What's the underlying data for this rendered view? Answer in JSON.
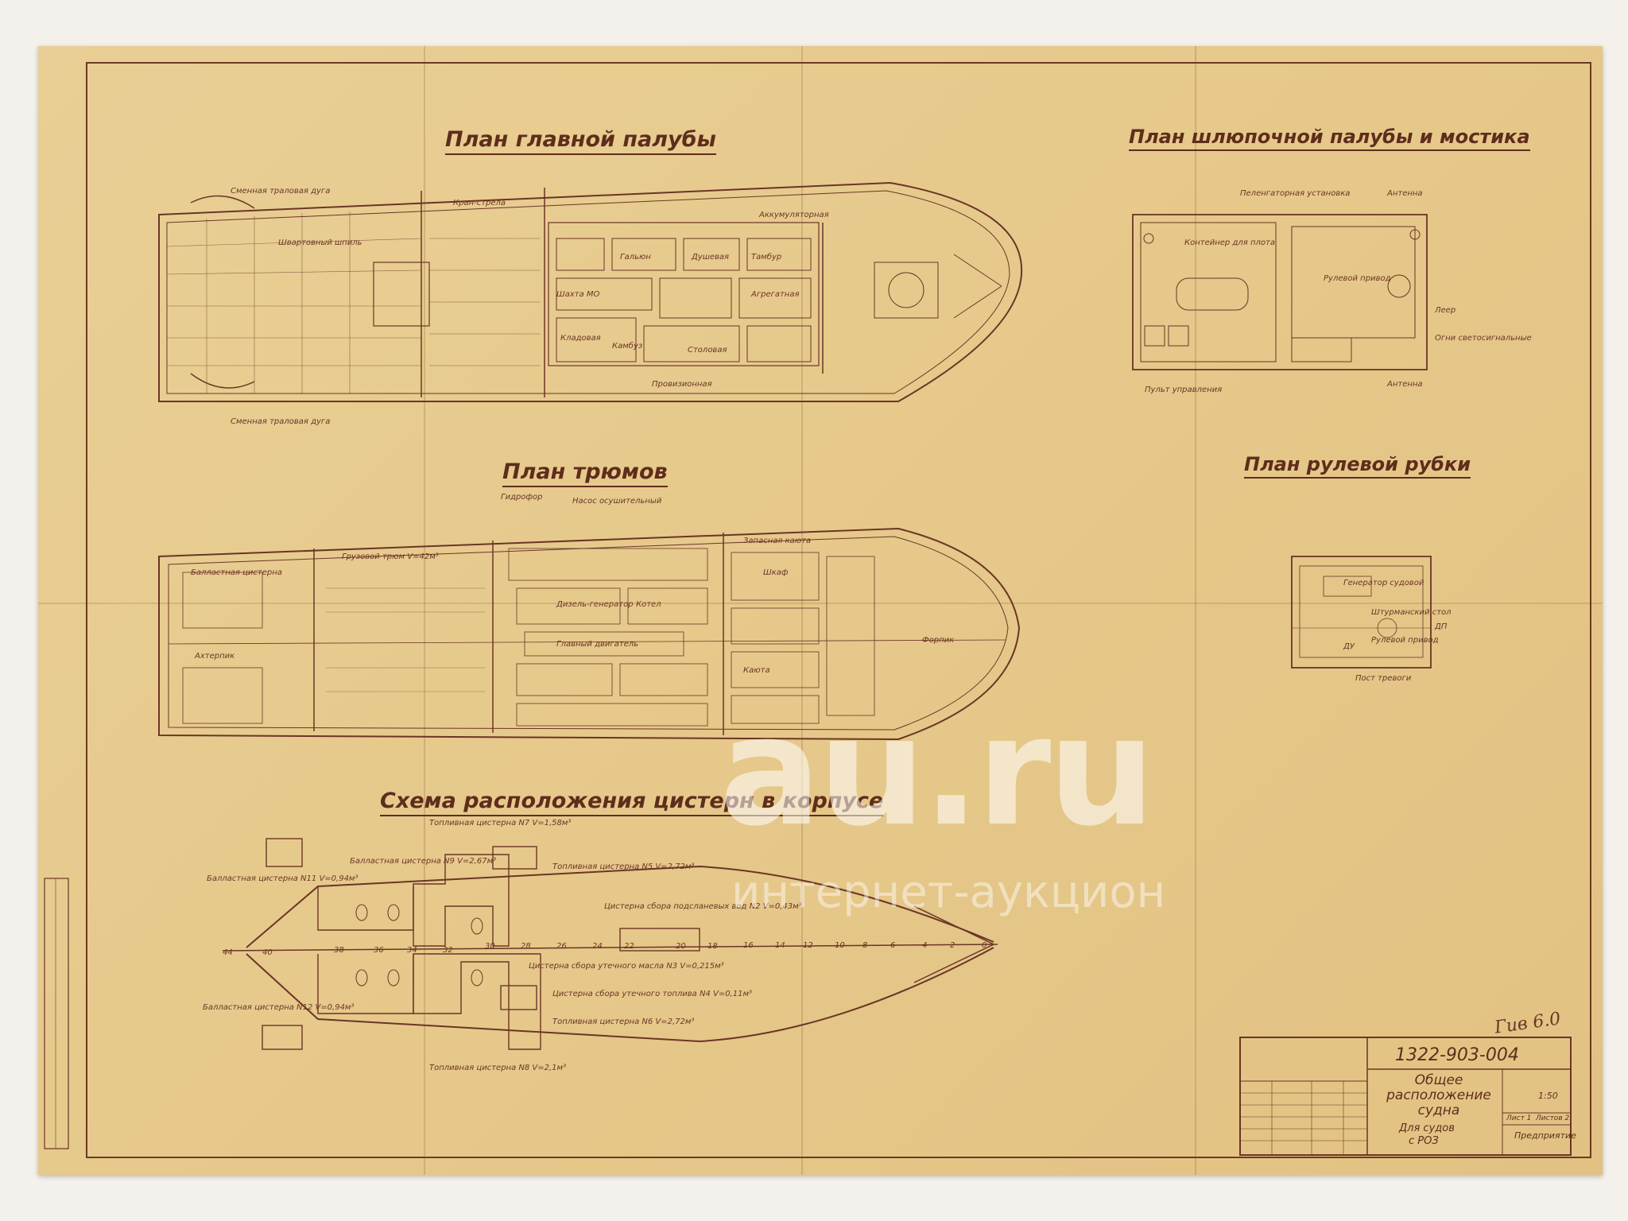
{
  "titles": {
    "main_deck": "План главной палубы",
    "boat_deck": "План шлюпочной палубы и мостика",
    "holds": "План трюмов",
    "wheelhouse": "План рулевой рубки",
    "tanks": "Схема расположения цистерн в корпусе"
  },
  "labels": {
    "main_deck": [
      "Сменная траловая дуга",
      "Швартовный шпиль",
      "Кран-стрела",
      "Шахта МО",
      "Аккумуляторная",
      "Агрегатная",
      "Кладовая",
      "Камбуз",
      "Столовая",
      "Провизионная",
      "Гальюн",
      "Душевая",
      "Тамбур"
    ],
    "boat_deck": [
      "Пеленгаторная установка",
      "Антенна",
      "Контейнер для плота",
      "Рулевой привод",
      "Леер",
      "Огни светосигнальные",
      "Пульт управления"
    ],
    "holds": [
      "Гидрофор",
      "Насос осушительный",
      "Балластная цистерна",
      "Грузовой трюм V=42м³",
      "Дизель-генератор",
      "Котел",
      "Главный двигатель",
      "Форпик",
      "Запасная каюта",
      "Каюта",
      "Шкаф",
      "Ахтерпик"
    ],
    "tanks": [
      "Топливная цистерна N7 V=1,58м³",
      "Балластная цистерна N9 V=2,67м³",
      "Топливная цистерна N5 V=2,72м³",
      "Балластная цистерна N11 V=0,94м³",
      "Цистерна сбора подсланевых вод N2 V=0,43м³",
      "Цистерна сбора утечного масла N3 V=0,215м³",
      "Цистерна сбора утечного топлива N4 V=0,11м³",
      "Топливная цистерна N6 V=2,72м³",
      "Балластная цистерна N12 V=0,94м³",
      "Топливная цистерна N8 V=2,1м³"
    ],
    "wheelhouse": [
      "Генератор судовой",
      "Штурманский стол",
      "Рулевой привод",
      "ДП",
      "ДУ",
      "Пост тревоги"
    ]
  },
  "frame_numbers": [
    "44",
    "40",
    "38",
    "36",
    "34",
    "32",
    "30",
    "28",
    "26",
    "24",
    "22",
    "20",
    "18",
    "16",
    "14",
    "12",
    "10",
    "8",
    "6",
    "4",
    "2",
    "0"
  ],
  "stamp": {
    "number": "1322-903-004",
    "title_line1": "Общее",
    "title_line2": "расположение",
    "title_line3": "судна",
    "subtitle_line1": "Для судов",
    "subtitle_line2": "с РОЗ",
    "scale": "1:50",
    "enterprise": "Предприятие",
    "sheet": "Лист 1",
    "sheets": "Листов 2",
    "signature": "Гив 6.0"
  },
  "watermark": {
    "brand": "au.ru",
    "tagline": "интернет-аукцион"
  },
  "colors": {
    "paper": "#e6c98b",
    "ink": "#5e2d1c",
    "watermark": "#ffffff"
  }
}
